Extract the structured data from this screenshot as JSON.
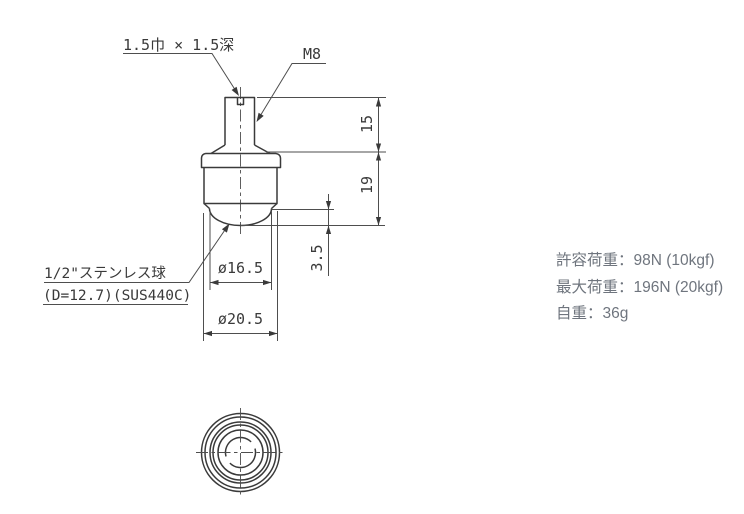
{
  "drawing": {
    "callouts": {
      "slot": "1.5巾 × 1.5深",
      "thread": "M8",
      "ball_line1": "1/2\"ステンレス球",
      "ball_line2": "(D=12.7)(SUS440C)"
    },
    "dims": {
      "stud_length": "15",
      "body_height": "19",
      "ball_protrusion": "3.5",
      "opening_dia": "ø16.5",
      "body_dia": "ø20.5"
    }
  },
  "specs": {
    "allowable_load": "許容荷重：98N (10kgf)",
    "max_load": "最大荷重：196N (20kgf)",
    "weight": "自重：36g"
  },
  "colors": {
    "line": "#3a3a3a",
    "thin_line": "#4e4e4e",
    "spec_text": "#6f757e",
    "background": "#ffffff"
  }
}
